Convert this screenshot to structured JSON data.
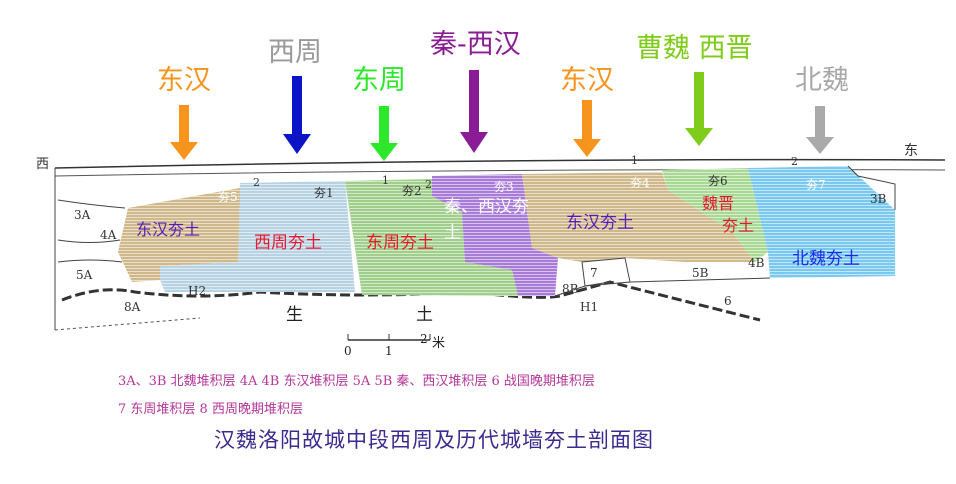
{
  "eras": [
    {
      "label": "东汉",
      "color": "#f7941d"
    },
    {
      "label": "西周",
      "color": "#9a9a9a"
    },
    {
      "label": "东周",
      "color": "#2de82a"
    },
    {
      "label": "秦-西汉",
      "color": "#8a1d95"
    },
    {
      "label": "东汉",
      "color": "#f7941d"
    },
    {
      "label": "曹魏 西晋",
      "color": "#7fcc1a"
    },
    {
      "label": "北魏",
      "color": "#a9a9a9"
    }
  ],
  "arrow_colors": [
    "#f7941d",
    "#0c14c8",
    "#2de82a",
    "#8a1d95",
    "#f7941d",
    "#7fcc1a",
    "#aaaaaa"
  ],
  "section": {
    "west": "西",
    "east": "东",
    "rammed_earth": [
      {
        "tag": "夯1",
        "label": "西周夯土",
        "color": "#b7d2e2",
        "text_color": "#e8172f"
      },
      {
        "tag": "夯2",
        "label": "东周夯土",
        "color": "#9fcf8a",
        "text_color": "#e8172f"
      },
      {
        "tag": "夯3",
        "label": "秦、西汉夯土",
        "color": "#a87bd8",
        "text_color": "#ffffff"
      },
      {
        "tag": "夯4",
        "label": "东汉夯土",
        "color": "#cfb98a",
        "text_color": "#5a1ab8"
      },
      {
        "tag": "夯5",
        "label": "东汉夯土",
        "color": "#cfb98a",
        "text_color": "#5a1ab8"
      },
      {
        "tag": "夯6",
        "label": "魏晋夯土",
        "label_a": "魏晋",
        "label_b": "夯土",
        "color": "#a8d994",
        "text_color": "#e8172f"
      },
      {
        "tag": "夯7",
        "label": "北魏夯土",
        "color": "#79c8f0",
        "text_color": "#1a2ae8"
      }
    ],
    "layers": [
      "3A",
      "3B",
      "4A",
      "4B",
      "5A",
      "5B",
      "6",
      "7",
      "8A",
      "8B",
      "H1",
      "H2",
      "1",
      "2",
      "2",
      "1",
      "2"
    ],
    "subsoil": [
      "生",
      "土"
    ],
    "scale": {
      "ticks": [
        "0",
        "1",
        "2"
      ],
      "unit": "米"
    }
  },
  "legend": [
    "3A、3B  北魏堆积层   4A 4B 东汉堆积层   5A 5B 秦、西汉堆积层   6 战国晚期堆积层",
    "7 东周堆积层   8 西周晚期堆积层"
  ],
  "title": "汉魏洛阳故城中段西周及历代城墙夯土剖面图"
}
